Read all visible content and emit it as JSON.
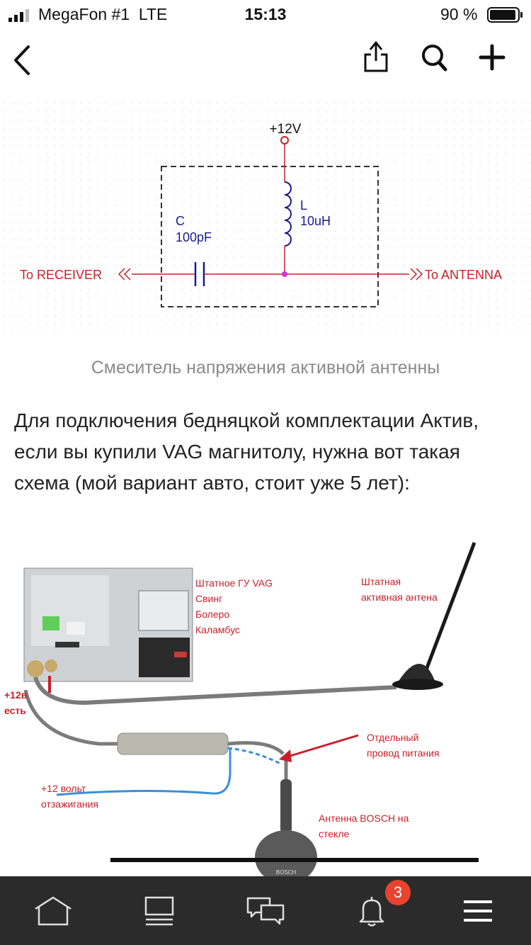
{
  "status_bar": {
    "carrier": "MegaFon #1",
    "network": "LTE",
    "time": "15:13",
    "battery": "90 %"
  },
  "nav": {
    "back_icon": "chevron-left-icon",
    "share_icon": "share-icon",
    "search_icon": "search-icon",
    "add_icon": "plus-icon"
  },
  "schematic": {
    "supply_label": "+12V",
    "inductor_letter": "L",
    "inductor_value": "10uH",
    "capacitor_letter": "C",
    "capacitor_value": "100pF",
    "left_port": "To RECEIVER",
    "right_port": "To ANTENNA"
  },
  "caption": "Смеситель напряжения активной антенны",
  "paragraph": "Для подключения бедняцкой комплектации Актив, если вы купили VAG магнитолу, нужна вот такая схема (мой вариант авто, стоит уже 5 лет):",
  "diagram": {
    "head_unit_line1": "Штатное ГУ VAG",
    "head_unit_line2": "Свинг",
    "head_unit_line3": "Болеро",
    "head_unit_line4": "Каламбус",
    "antenna_line1": "Штатная",
    "antenna_line2": "активная антена",
    "plus12_line1": "+12в",
    "plus12_line2": "есть",
    "separate_line1": "Отдельный",
    "separate_line2": "провод питания",
    "ignition_line1": "+12 вольт",
    "ignition_line2": "отзажигания",
    "bosch_line1": "Антенна BOSCH на",
    "bosch_line2": "стекле",
    "bosch_brand": "BOSCH"
  },
  "tabbar": {
    "items": [
      "home-icon",
      "feed-icon",
      "messages-icon",
      "notifications-icon",
      "menu-icon"
    ],
    "notification_count": "3"
  },
  "colors": {
    "accent_red": "#c8202a",
    "tabbar_bg": "#2b2b2b",
    "badge": "#e8432e",
    "schematic_blue": "#1a1a8c"
  }
}
